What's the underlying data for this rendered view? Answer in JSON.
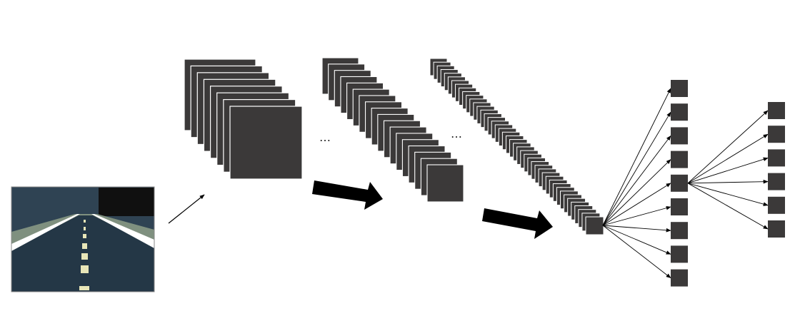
{
  "diagram": {
    "input_image": {
      "kind": "road-scene-photo",
      "colors": {
        "sky": "#2f4353",
        "wall": "#111111",
        "road": "#243746",
        "grass": "#7f907f",
        "line": "#ffffff",
        "dash": "#e8e6b8"
      }
    },
    "conv_block_1": {
      "feature_map_count": 8
    },
    "conv_block_2": {
      "feature_map_count": 18,
      "ellipsis": "…"
    },
    "conv_block_3": {
      "feature_map_count": 44,
      "ellipsis": "…"
    },
    "dense_layer_1": {
      "neuron_count": 9
    },
    "dense_layer_2": {
      "neuron_count": 6
    },
    "colors": {
      "block": "#3b3939",
      "block_edge": "#ffffff",
      "arrow": "#000000"
    }
  }
}
